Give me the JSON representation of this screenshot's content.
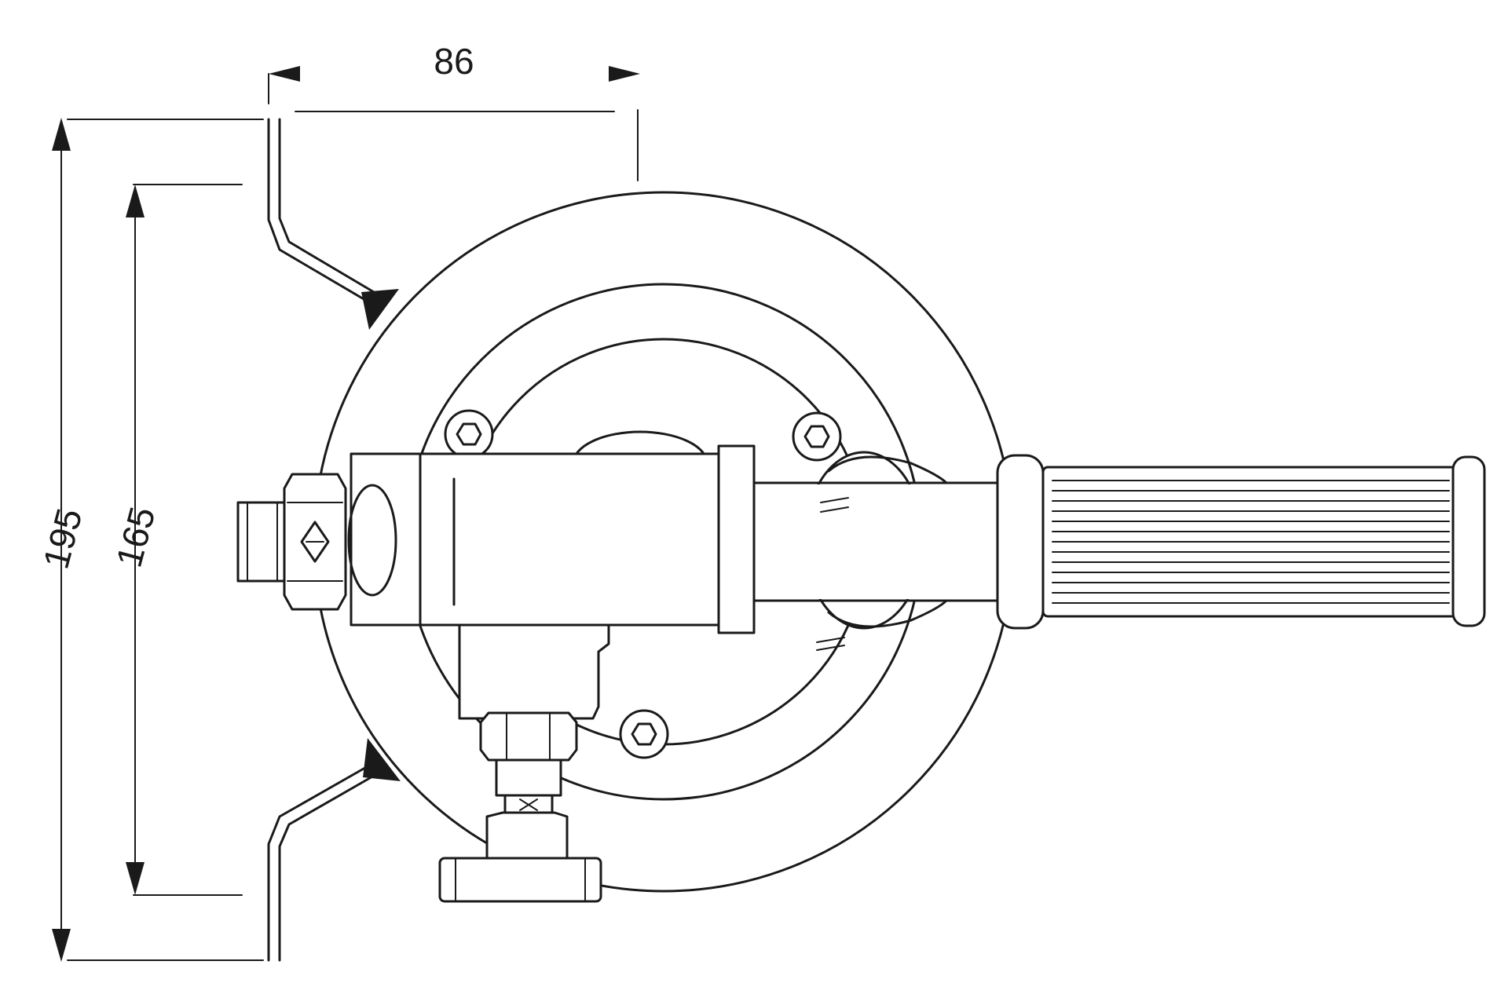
{
  "dimensions": {
    "width_label": "86",
    "outer_height_label": "195",
    "inner_height_label": "165"
  },
  "colors": {
    "line": "#1a1a1a",
    "background": "#ffffff"
  }
}
